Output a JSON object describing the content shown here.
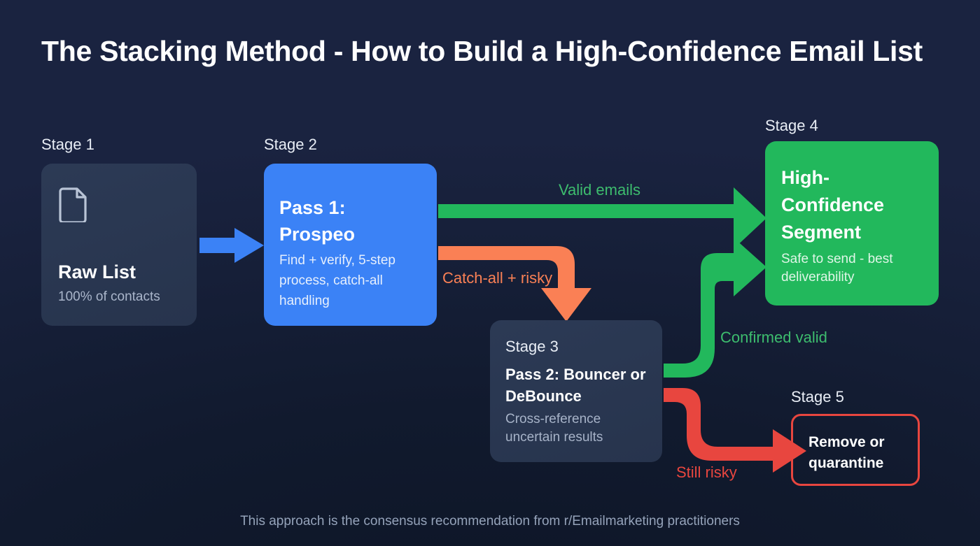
{
  "title": "The Stacking Method - How to Build a High-Confidence Email List",
  "footer": "This approach is the consensus recommendation from r/Emailmarketing practitioners",
  "colors": {
    "background_dark": "#111a2e",
    "background_edge": "#1a2340",
    "card_slate": "#2c3a55",
    "blue": "#3b82f6",
    "green": "#22b85c",
    "orange": "#fa8055",
    "red": "#e8463f",
    "label_green": "#3dbd6e",
    "label_orange": "#fa8055",
    "label_red": "#e8463f",
    "text_primary": "#ffffff",
    "text_muted": "#aab6cb"
  },
  "stages": {
    "stage1": {
      "label": "Stage 1",
      "icon": "document-icon",
      "title": "Raw List",
      "subtitle": "100% of contacts"
    },
    "stage2": {
      "label": "Stage 2",
      "title": "Pass 1: Prospeo",
      "subtitle": "Find + verify, 5-step process, catch-all handling"
    },
    "stage3": {
      "label": "Stage 3",
      "title": "Pass 2: Bouncer or DeBounce",
      "subtitle": "Cross-reference uncertain results"
    },
    "stage4": {
      "label": "Stage 4",
      "title": "High-Confidence Segment",
      "subtitle": "Safe to send - best deliverability"
    },
    "stage5": {
      "label": "Stage 5",
      "title": "Remove or quarantine"
    }
  },
  "arrows": [
    {
      "id": "raw-to-prospeo",
      "label": "",
      "color": "#3b82f6",
      "from": "stage1",
      "to": "stage2"
    },
    {
      "id": "valid-emails",
      "label": "Valid emails",
      "color": "#22b85c",
      "from": "stage2",
      "to": "stage4"
    },
    {
      "id": "catch-all-risky",
      "label": "Catch-all + risky",
      "color": "#fa8055",
      "from": "stage2",
      "to": "stage3"
    },
    {
      "id": "confirmed-valid",
      "label": "Confirmed valid",
      "color": "#22b85c",
      "from": "stage3",
      "to": "stage4"
    },
    {
      "id": "still-risky",
      "label": "Still risky",
      "color": "#e8463f",
      "from": "stage3",
      "to": "stage5"
    }
  ]
}
